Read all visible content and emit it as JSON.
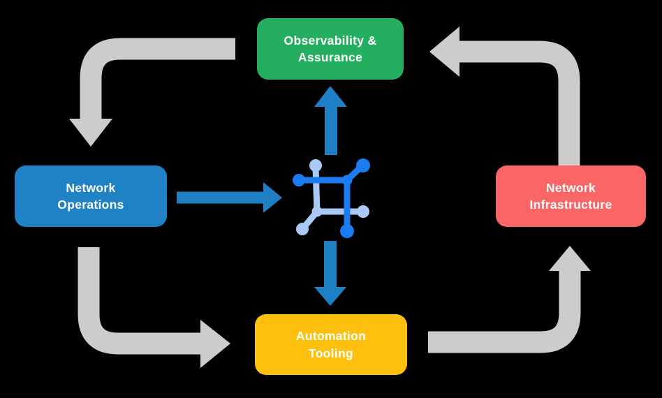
{
  "background": "#000000",
  "nodes": {
    "observability": {
      "label": "Observability &\nAssurance",
      "color": "#23ae60"
    },
    "operations": {
      "label": "Network\nOperations",
      "color": "#1f82c4"
    },
    "infrastructure": {
      "label": "Network\nInfrastructure",
      "color": "#fa6565"
    },
    "automation": {
      "label": "Automation\nTooling",
      "color": "#fec00f"
    }
  },
  "arrows": {
    "flow_color": "#cccccc",
    "primary_color": "#1f7fc4",
    "flow": [
      {
        "name": "observability-to-operations",
        "direction": "down"
      },
      {
        "name": "operations-to-automation",
        "direction": "right"
      },
      {
        "name": "automation-to-infrastructure",
        "direction": "up"
      },
      {
        "name": "infrastructure-to-observability",
        "direction": "left"
      }
    ],
    "primary": [
      {
        "name": "operations-to-center",
        "direction": "right"
      },
      {
        "name": "center-to-observability",
        "direction": "up"
      },
      {
        "name": "center-to-automation",
        "direction": "down"
      }
    ]
  },
  "center_icon": {
    "name": "network-fabric-icon",
    "dark": "#1a7cf0",
    "light": "#a9c9f7"
  }
}
